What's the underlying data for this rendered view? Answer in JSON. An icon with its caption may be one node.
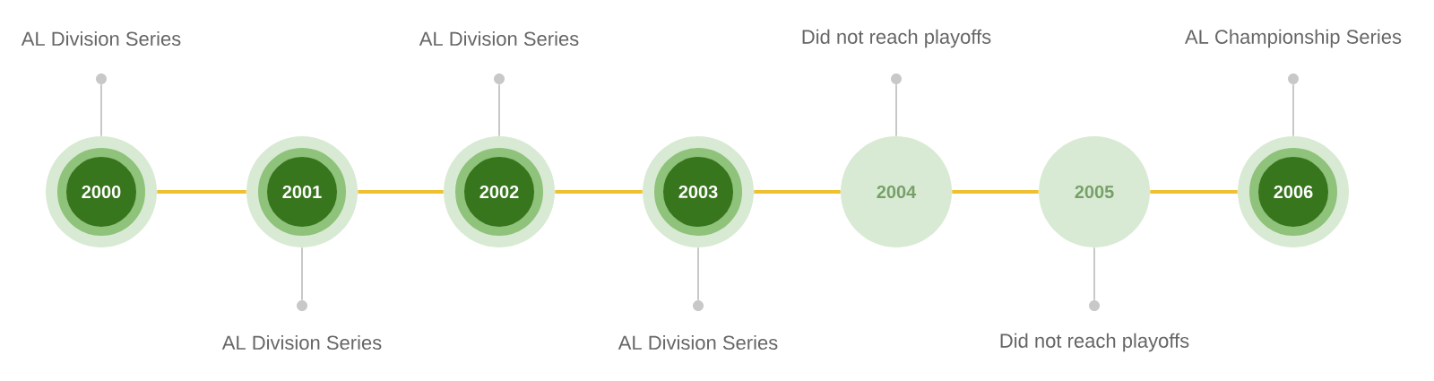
{
  "diagram": {
    "nodes": [
      {
        "text": [],
        "shape": "circle"
      },
      {
        "text": [
          "2000"
        ],
        "in": 0
      },
      {
        "text": [],
        "shape": "circle",
        "beside": [
          "AL Division Series"
        ]
      },
      {
        "text": [],
        "shape": "circle"
      },
      {
        "text": [
          "2001"
        ],
        "in": 3
      },
      {
        "text": [],
        "shape": "circle",
        "beside": [
          "AL Division Series"
        ]
      },
      {
        "text": [],
        "shape": "circle"
      },
      {
        "text": [
          "2002"
        ],
        "in": 6
      },
      {
        "text": [],
        "shape": "circle",
        "beside": [
          "AL Division Series"
        ]
      },
      {
        "text": [],
        "shape": "circle"
      },
      {
        "text": [
          "2003"
        ],
        "in": 9
      },
      {
        "text": [],
        "shape": "circle",
        "beside": [
          "AL Division Series"
        ]
      },
      {
        "text": [
          "2004"
        ]
      },
      {
        "text": [],
        "shape": "circle",
        "beside": [
          "Did not reach playoffs"
        ]
      },
      {
        "text": [
          "2005"
        ]
      },
      {
        "text": [],
        "shape": "circle",
        "beside": [
          "Did not reach playoffs"
        ]
      },
      {
        "text": [],
        "shape": "circle"
      },
      {
        "text": [
          "2006"
        ],
        "in": 16
      },
      {
        "text": [],
        "shape": "circle",
        "beside": [
          "AL Championship Series"
        ]
      }
    ],
    "edges": [
      {
        "from": 0,
        "to": 3,
        "arrow": "none",
        "color": "#f0c033"
      },
      {
        "from": 3,
        "to": 6,
        "arrow": "none",
        "color": "#f0c033"
      },
      {
        "from": 6,
        "to": 9,
        "arrow": "none",
        "color": "#f0c033"
      },
      {
        "from": 9,
        "to": 12,
        "arrow": "none",
        "color": "#f0c033"
      },
      {
        "from": 12,
        "to": 14,
        "arrow": "none",
        "color": "#f0c033"
      },
      {
        "from": 14,
        "to": 16,
        "arrow": "none",
        "color": "#f0c033"
      },
      {
        "from": 0,
        "to": 2,
        "arrow": "none"
      },
      {
        "from": 3,
        "to": 5,
        "arrow": "none"
      },
      {
        "from": 6,
        "to": 8,
        "arrow": "none"
      },
      {
        "from": 9,
        "to": 11,
        "arrow": "none"
      },
      {
        "from": 12,
        "to": 13,
        "arrow": "none"
      },
      {
        "from": 14,
        "to": 15,
        "arrow": "none"
      },
      {
        "from": 16,
        "to": 18,
        "arrow": "none"
      }
    ]
  }
}
